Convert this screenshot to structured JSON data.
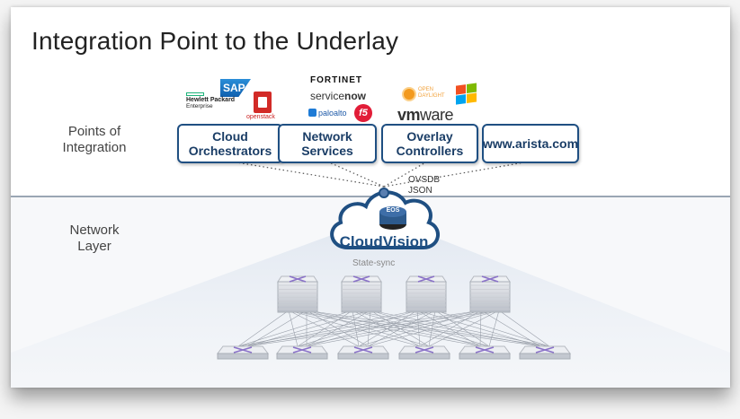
{
  "title": "Integration Point to the Underlay",
  "zones": {
    "top": {
      "line1": "Points of",
      "line2": "Integration"
    },
    "bottom": {
      "line1": "Network",
      "line2": "Layer"
    }
  },
  "integration_boxes": [
    {
      "label": "Cloud\nOrchestrators"
    },
    {
      "label": "Network\nServices"
    },
    {
      "label": "Overlay\nControllers"
    },
    {
      "label": "www.arista.com"
    }
  ],
  "logos": {
    "sap": "SAP",
    "hpe_line1": "Hewlett Packard",
    "hpe_line2": "Enterprise",
    "openstack": "openstack",
    "fortinet": "FORTINET",
    "servicenow_a": "service",
    "servicenow_b": "now",
    "paloalto": "paloalto",
    "f5": "f5",
    "opendaylight_1": "OPEN",
    "opendaylight_2": "DAYLIGHT",
    "vmware_a": "vm",
    "vmware_b": "ware"
  },
  "protocols": {
    "line1": "OVSDB",
    "line2": "JSON"
  },
  "cloudvision": {
    "label": "CloudVision",
    "eos": "EOS"
  },
  "state_sync": "State-sync",
  "colors": {
    "accent": "#1f4f82",
    "switch_x": "#8a72c8",
    "divider": "#9aa6b4"
  }
}
